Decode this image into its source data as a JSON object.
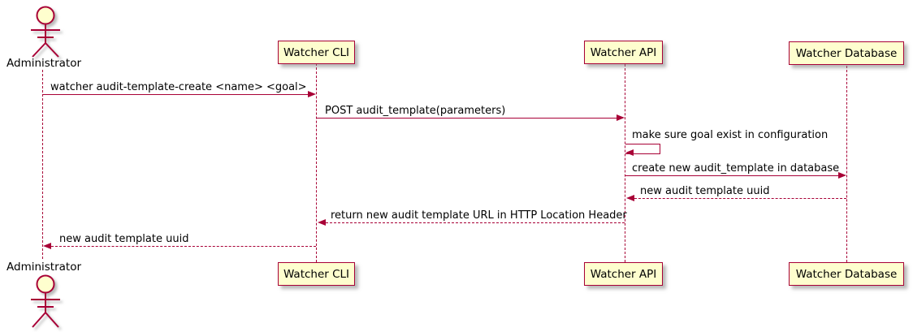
{
  "diagram": {
    "type": "sequence-diagram",
    "colors": {
      "line": "#A80036",
      "participant_fill": "#FEFECE",
      "participant_border": "#A80036",
      "text": "#000000",
      "background": "#ffffff"
    },
    "actor": {
      "name": "Administrator"
    },
    "participants": [
      {
        "label": "Watcher CLI"
      },
      {
        "label": "Watcher API"
      },
      {
        "label": "Watcher Database"
      }
    ],
    "messages": [
      {
        "from": "Administrator",
        "to": "Watcher CLI",
        "label": "watcher audit-template-create <name> <goal>",
        "style": "solid"
      },
      {
        "from": "Watcher CLI",
        "to": "Watcher API",
        "label": "POST audit_template(parameters)",
        "style": "solid"
      },
      {
        "from": "Watcher API",
        "to": "Watcher API",
        "label": "make sure goal exist in configuration",
        "style": "solid-self"
      },
      {
        "from": "Watcher API",
        "to": "Watcher Database",
        "label": "create new audit_template in database",
        "style": "solid"
      },
      {
        "from": "Watcher Database",
        "to": "Watcher API",
        "label": "new audit template uuid",
        "style": "dashed"
      },
      {
        "from": "Watcher API",
        "to": "Watcher CLI",
        "label": "return new audit template URL in HTTP Location Header",
        "style": "dashed"
      },
      {
        "from": "Watcher CLI",
        "to": "Administrator",
        "label": "new audit template uuid",
        "style": "dashed"
      }
    ]
  }
}
